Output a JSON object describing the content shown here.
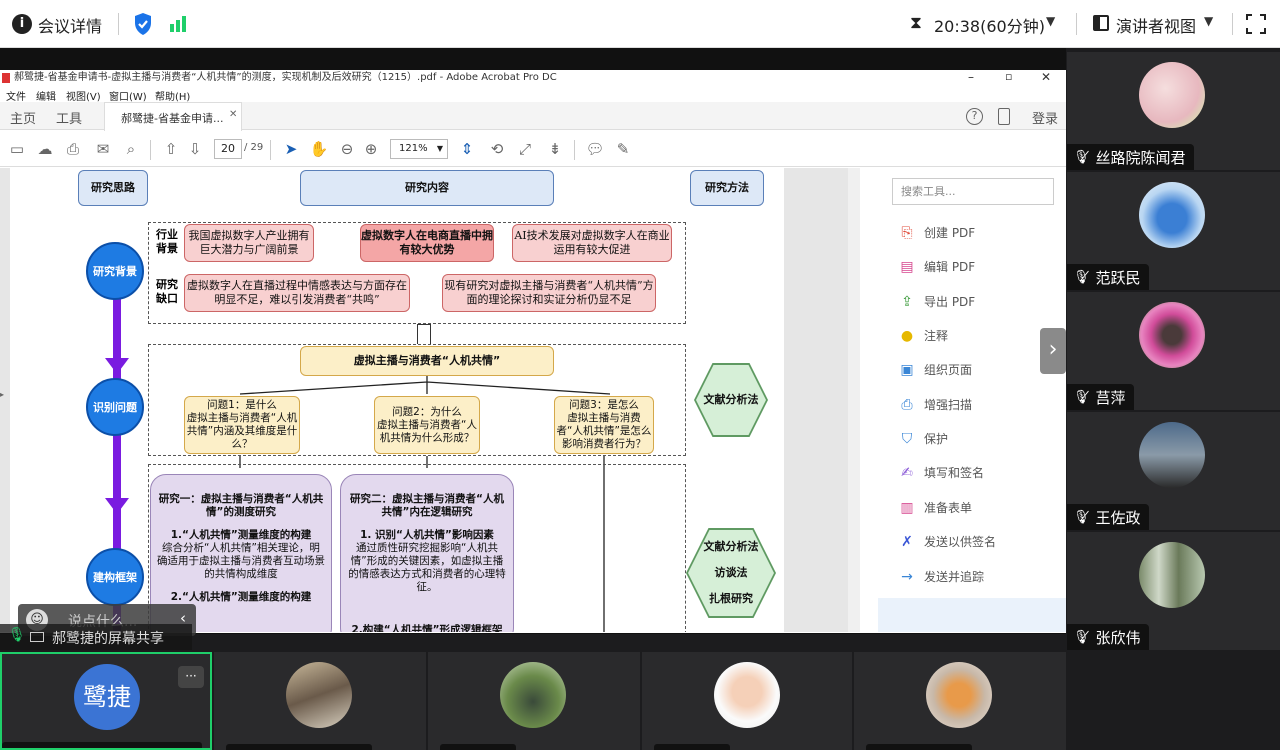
{
  "topbar": {
    "meeting_details": "会议详情",
    "timer": "20:38(60分钟)",
    "presenter_view": "演讲者视图"
  },
  "acrobat": {
    "window_title": "郝鹭捷-省基金申请书-虚拟主播与消费者“人机共情”的测度，实现机制及后效研究（1215）.pdf - Adobe Acrobat Pro DC",
    "menu": [
      "文件",
      "编辑",
      "视图(V)",
      "窗口(W)",
      "帮助(H)"
    ],
    "nav_home": "主页",
    "nav_tools": "工具",
    "doc_tab": "郝鹭捷-省基金申请...",
    "login": "登录",
    "page_current": "20",
    "page_total": "/ 29",
    "zoom": "121%",
    "search_placeholder": "搜索工具...",
    "tools": [
      "创建 PDF",
      "编辑 PDF",
      "导出 PDF",
      "注释",
      "组织页面",
      "增强扫描",
      "保护",
      "填写和签名",
      "准备表单",
      "发送以供签名",
      "发送并追踪"
    ]
  },
  "diagram": {
    "col_headers": [
      "研究思路",
      "研究内容",
      "研究方法"
    ],
    "stages": [
      "研究背景",
      "识别问题",
      "建构框架"
    ],
    "row_labels": [
      "行业\n背景",
      "研究\n缺口"
    ],
    "industry": [
      "我国虚拟数字人产业拥有巨大潜力与广阔前景",
      "虚拟数字人在电商直播中拥有较大优势",
      "AI技术发展对虚拟数字人在商业运用有较大促进"
    ],
    "gap": [
      "虚拟数字人在直播过程中情感表达与方面存在明显不足，难以引发消费者“共鸣”",
      "现有研究对虚拟主播与消费者“人机共情”方面的理论探讨和实证分析仍显不足"
    ],
    "center_topic": "虚拟主播与消费者“人机共情”",
    "q1": "问题1：是什么\n虚拟主播与消费者“人机共情”内涵及其维度是什么？",
    "q2": "问题2：为什么\n虚拟主播与消费者“人机共情为什么形成？",
    "q3": "问题3：是怎么\n虚拟主播与消费者“人机共情”是怎么影响消费者行为？",
    "method1": "文献分析法",
    "methods2": [
      "文献分析法",
      "访谈法",
      "扎根研究"
    ],
    "study1_title": "研究一：虚拟主播与消费者“人机共情”的测度研究",
    "study1_p1_title": "1.“人机共情”测量维度的构建",
    "study1_p1": "综合分析“人机共情”相关理论，明确适用于虚拟主播与消费者互动场景的共情构成维度",
    "study1_p2_title": "2.“人机共情”测量维度的构建",
    "study2_title": "研究二：虚拟主播与消费者“人机共情”内在逻辑研究",
    "study2_p1_title": "1. 识别“人机共情”影响因素",
    "study2_p1": "通过质性研究挖掘影响“人机共情”形成的关键因素，如虚拟主播的情感表达方式和消费者的心理特征。",
    "study2_p2_title": "2.构建“人机共情”形成逻辑框架"
  },
  "share_overlay": {
    "chat_placeholder": "说点什么...",
    "share_label": "郝鹭捷的屏幕共享"
  },
  "participants_right": [
    "丝路院陈闻君",
    "范跃民",
    "莒萍",
    "王佐政",
    "张欣伟"
  ],
  "participants_bottom": {
    "self_initials": "鹭捷",
    "more": "···"
  },
  "colors": {
    "accent_green": "#1fcf6a",
    "shield_blue": "#1a73e8",
    "self_avatar": "#3b74d4",
    "stage_blue": "#1e7be3",
    "arrow_purple": "#7a1be0"
  }
}
